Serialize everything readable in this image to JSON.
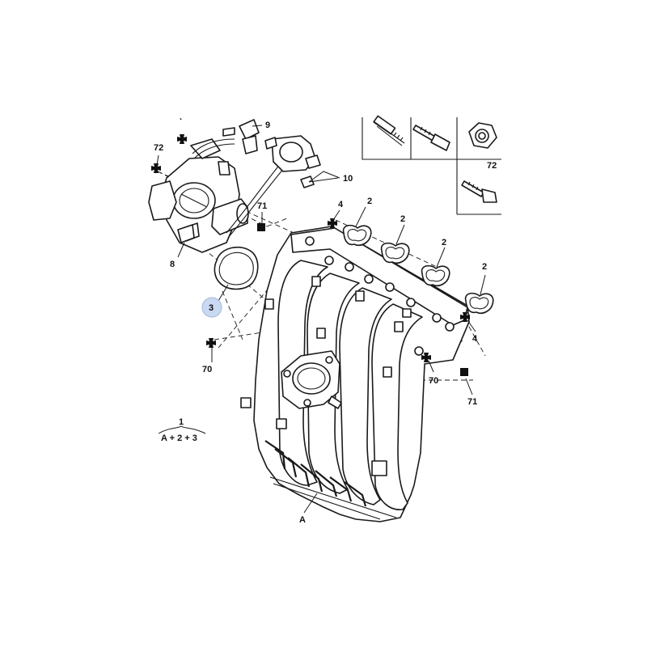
{
  "callouts": {
    "c72_top": "72",
    "c9": "9",
    "c10": "10",
    "c71_left": "71",
    "c4_top": "4",
    "c2_a": "2",
    "c2_b": "2",
    "c2_c": "2",
    "c2_d": "2",
    "c8": "8",
    "c3": "3",
    "c4_right": "4",
    "c70_left": "70",
    "c70_right": "70",
    "c71_right": "71",
    "cA": "A",
    "c72_box": "72"
  },
  "legend": {
    "top": "1",
    "bottom": "A + 2 + 3"
  },
  "colors": {
    "line": "#1a1a1a",
    "highlight": "#c9d9f2",
    "background": "#ffffff"
  }
}
